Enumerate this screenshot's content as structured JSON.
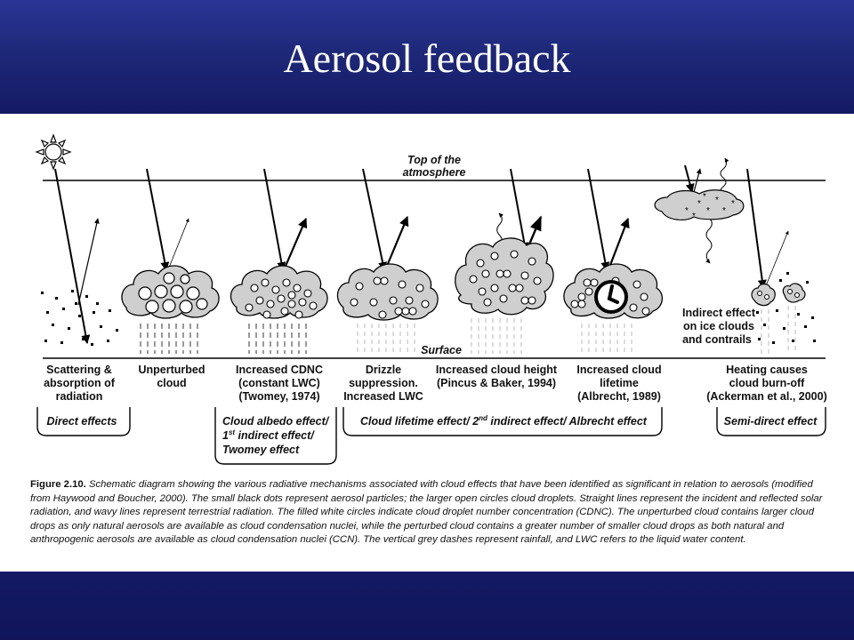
{
  "slide": {
    "title": "Aerosol feedback",
    "colors": {
      "background": "#141a64",
      "title": "#ffffff",
      "cloud_fill": "#cfcfcf",
      "figure_bg": "#ffffff"
    }
  },
  "diagram": {
    "toa_label": [
      "Top of the",
      "atmosphere"
    ],
    "surface_label": "Surface",
    "panel_labels": [
      [
        "Scattering &",
        "absorption of",
        "radiation"
      ],
      [
        "Unperturbed",
        "cloud"
      ],
      [
        "Increased CDNC",
        "(constant LWC)",
        "(Twomey, 1974)"
      ],
      [
        "Drizzle",
        "suppression.",
        "Increased LWC"
      ],
      [
        "Increased cloud height",
        "(Pincus & Baker, 1994)"
      ],
      [
        "Increased cloud",
        "lifetime",
        "(Albrecht, 1989)"
      ],
      [
        "Heating causes",
        "cloud  burn-off",
        "(Ackerman et al., 2000)"
      ]
    ],
    "ice_label": [
      "Indirect effect",
      "on ice clouds",
      "and contrails"
    ],
    "brackets": {
      "direct": "Direct effects",
      "albedo": [
        "Cloud albedo effect/",
        "1",
        "st",
        " indirect effect/",
        "Twomey effect"
      ],
      "lifetime": [
        "Cloud lifetime effect/ 2",
        "nd",
        " indirect effect/ Albrecht effect"
      ],
      "semi": "Semi-direct effect"
    },
    "icons": [
      "sun-icon",
      "clock-icon"
    ]
  },
  "caption": {
    "figure_label": "Figure 2.10.",
    "text": "Schematic diagram showing the various radiative mechanisms associated with cloud effects that have been identified as significant in relation to aerosols (modified from Haywood and Boucher, 2000). The small black dots represent aerosol particles; the larger open circles cloud droplets. Straight lines represent the incident and reflected solar radiation, and wavy lines represent terrestrial radiation. The filled white circles indicate cloud droplet number concentration (CDNC). The unperturbed cloud contains larger cloud drops as only natural aerosols are available as cloud condensation nuclei, while the perturbed cloud contains a greater number of smaller cloud drops as both natural and anthropogenic aerosols are available as cloud condensation nuclei (CCN). The vertical grey dashes represent rainfall, and LWC refers to the liquid water content."
  }
}
